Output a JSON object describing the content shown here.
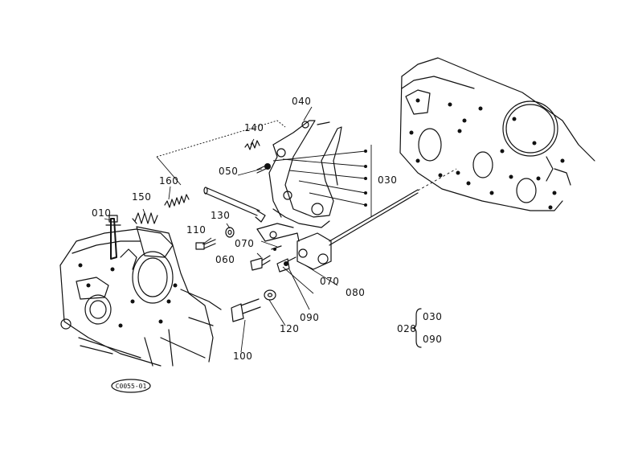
{
  "diagram": {
    "parts": {
      "p010": "010",
      "p020": "020",
      "p030": "030",
      "p040": "040",
      "p050": "050",
      "p060": "060",
      "p070": "070",
      "p080": "080",
      "p090": "090",
      "p100": "100",
      "p110": "110",
      "p120": "120",
      "p130": "130",
      "p140": "140",
      "p150": "150",
      "p160": "160"
    },
    "kit_legend": {
      "parent": "020",
      "children": [
        "030",
        "090"
      ]
    },
    "drawing_code": "C0055-01"
  }
}
